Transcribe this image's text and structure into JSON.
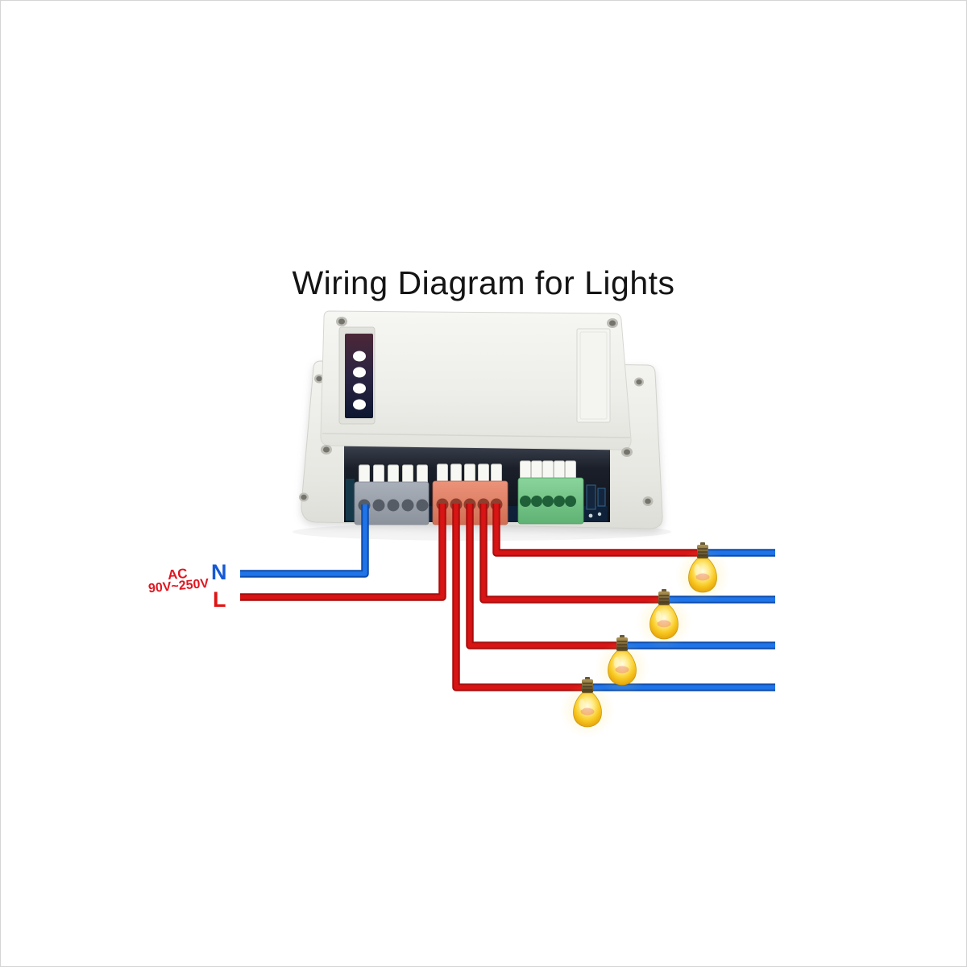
{
  "title": "Wiring Diagram for Lights",
  "power_labels": {
    "neutral": "N",
    "line": "L",
    "ac": "AC",
    "voltage_range": "90V~250V"
  },
  "device": {
    "kind": "4-channel smart relay switch module",
    "front_buttons": 4,
    "terminal_blocks": [
      {
        "name": "neutral-input-block",
        "color": "#9aa1ab",
        "positions": 5,
        "connected": "1 blue neutral input wire"
      },
      {
        "name": "line-output-block",
        "color": "#df8166",
        "positions": 5,
        "connected": "line input + 4 channel output red wires"
      },
      {
        "name": "aux-block",
        "color": "#77c389",
        "positions": 5,
        "connected": "none"
      }
    ]
  },
  "wiring": {
    "neutral_wire_color": "#1f74e8",
    "line_wire_color": "#d81414",
    "channels": 4,
    "lights_count": 4,
    "bulb_glass_color": "#f8c922"
  }
}
